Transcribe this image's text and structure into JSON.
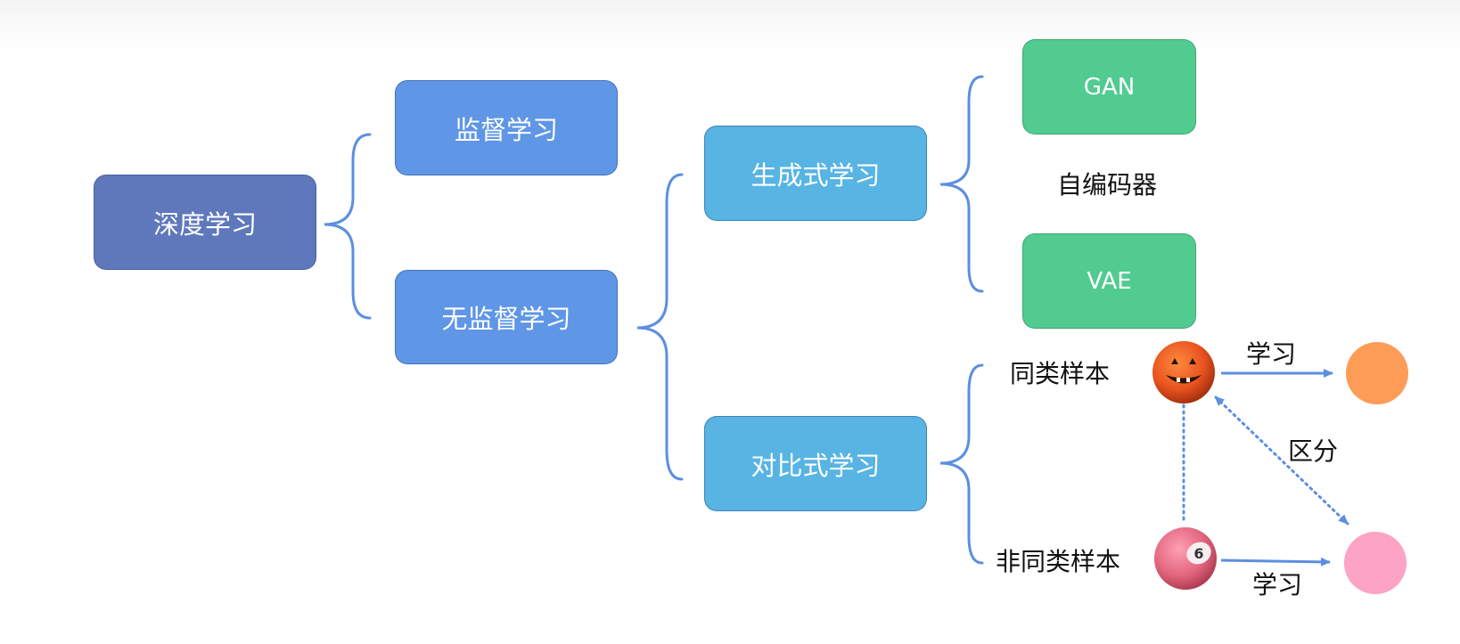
{
  "diagram": {
    "root": "深度学习",
    "level1": [
      "监督学习",
      "无监督学习"
    ],
    "level2": [
      "生成式学习",
      "对比式学习"
    ],
    "generative": {
      "gan": "GAN",
      "autoencoder": "自编码器",
      "vae": "VAE"
    },
    "contrastive": {
      "same_sample": "同类样本",
      "different_sample": "非同类样本",
      "learn_top": "学习",
      "learn_bottom": "学习",
      "distinguish": "区分"
    }
  },
  "colors": {
    "root_box": "#5f78bb",
    "level1_box": "#5f96e6",
    "level2_box": "#57b4e3",
    "leaf_box": "#52cb91",
    "connector": "#5b8fe0",
    "pumpkin_ball": "#e8531f",
    "billiard_ball": "#e2677f",
    "orange_circle": "#fd9c57",
    "pink_circle": "#fda3c4"
  }
}
